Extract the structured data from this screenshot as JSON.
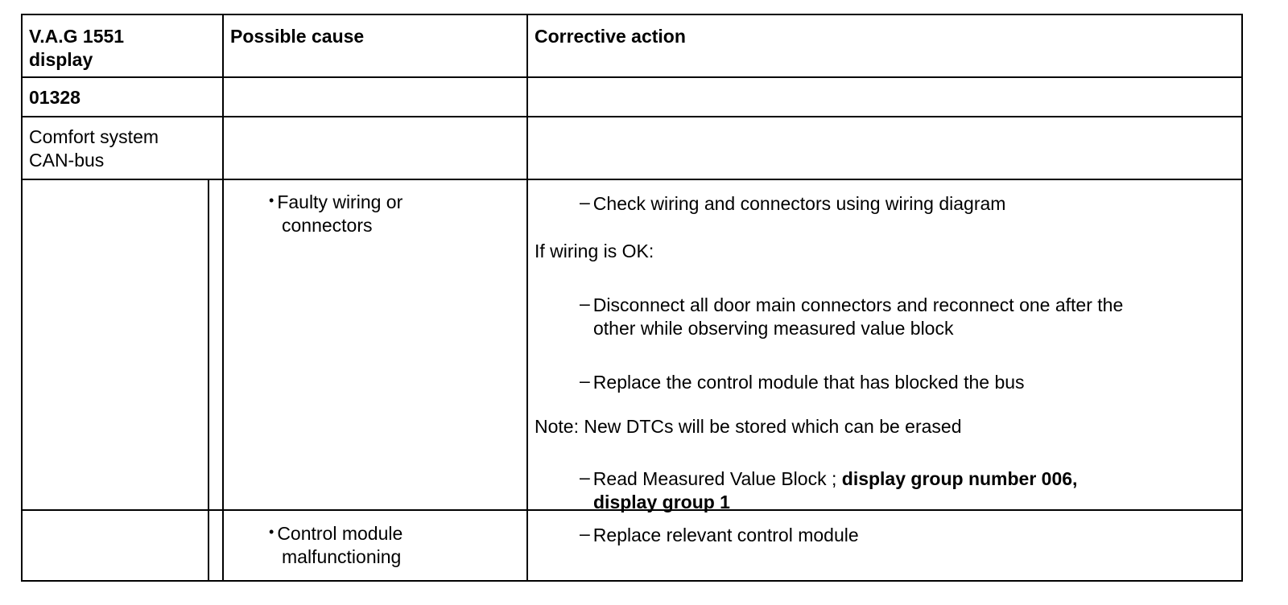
{
  "table": {
    "headers": {
      "col1_line1": "V.A.G 1551",
      "col1_line2": "display",
      "col2": "Possible cause",
      "col3": "Corrective action"
    },
    "fault_code": "01328",
    "fault_name_line1": "Comfort system",
    "fault_name_line2": "CAN-bus",
    "causes": [
      {
        "bullet": "•",
        "label_line1": "Faulty wiring or",
        "label_line2": "connectors"
      },
      {
        "bullet": "•",
        "label_line1": "Control module",
        "label_line2": "malfunctioning"
      }
    ],
    "actions": {
      "check_wiring": "Check wiring and connectors using wiring diagram",
      "if_wiring_ok": "If wiring is OK:",
      "disconnect_line1": "Disconnect all door main connectors and reconnect one after the",
      "disconnect_line2": "other while observing measured value block",
      "replace_blocking": "Replace the control module that has blocked the bus",
      "note": "Note: New DTCs will be stored which can be erased",
      "read_mvb_plain": "Read Measured Value Block",
      "read_mvb_sep": " ; ",
      "read_mvb_bold_line1": "display group number 006,",
      "read_mvb_bold_line2": "display group 1",
      "replace_relevant": "Replace relevant control module"
    },
    "dash": "–"
  }
}
